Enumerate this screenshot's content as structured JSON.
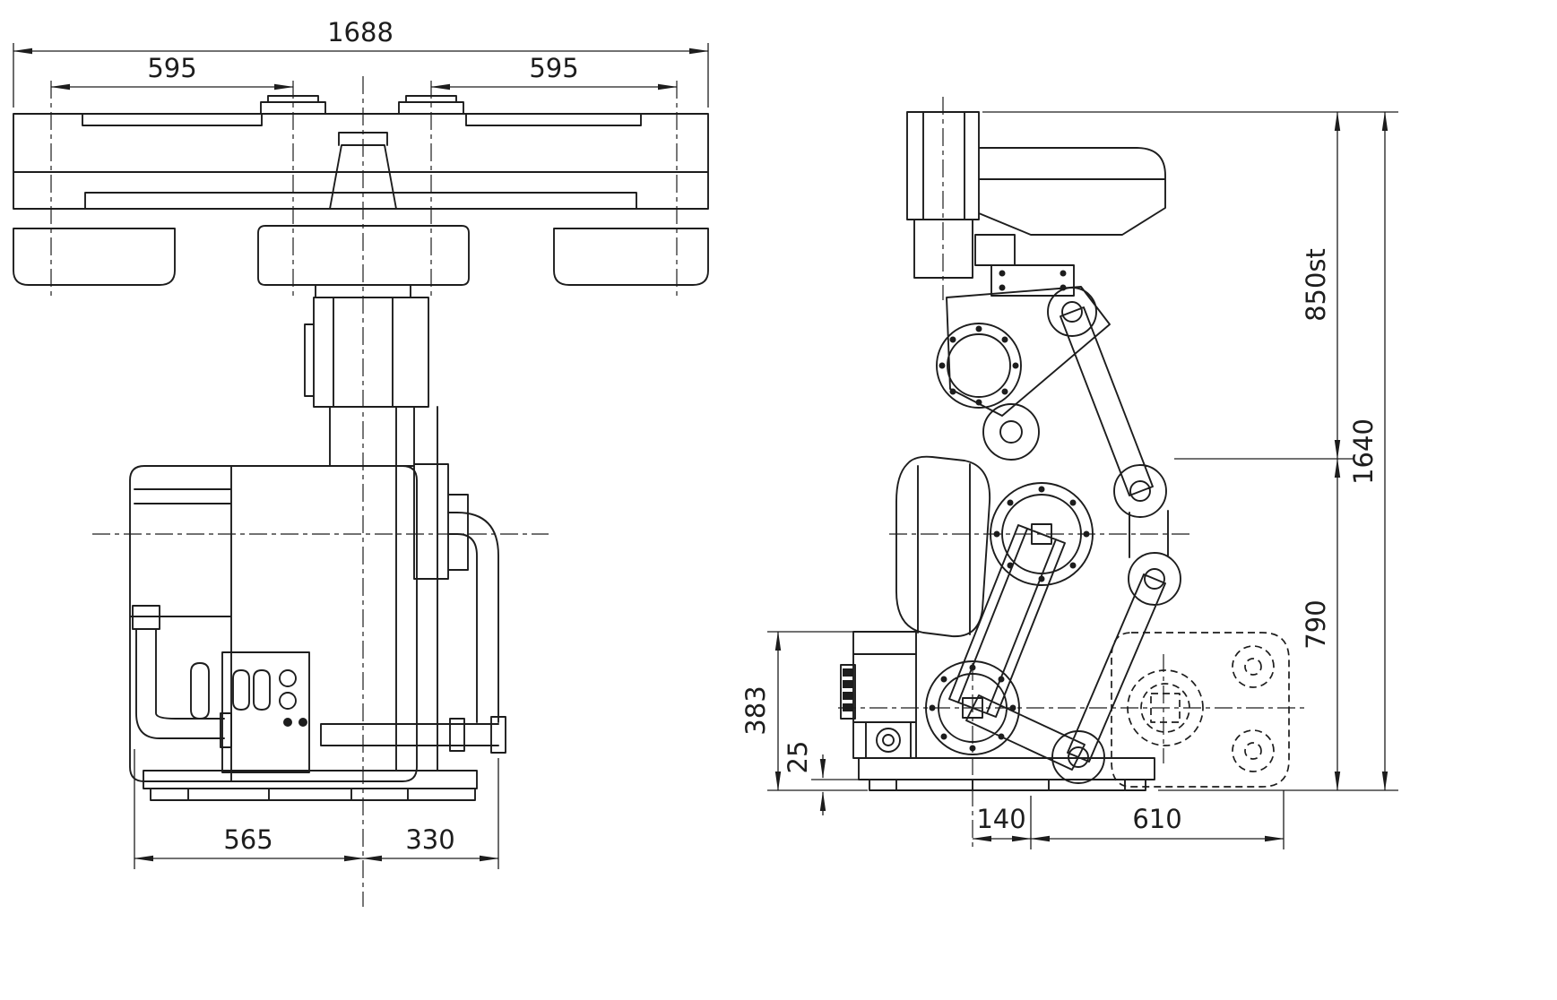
{
  "colors": {
    "line": "#1d1d1d",
    "background": "#ffffff"
  },
  "front_view": {
    "dim_overall_width": "1688",
    "dim_pitch_left": "595",
    "dim_pitch_right": "595",
    "dim_base_front": "565",
    "dim_base_rear": "330"
  },
  "side_view": {
    "dim_stroke": "850st",
    "dim_total_height": "1640",
    "dim_lower_height": "790",
    "dim_cabinet_height": "383",
    "dim_pad_height": "25",
    "dim_offset_front": "140",
    "dim_offset_rear": "610"
  }
}
